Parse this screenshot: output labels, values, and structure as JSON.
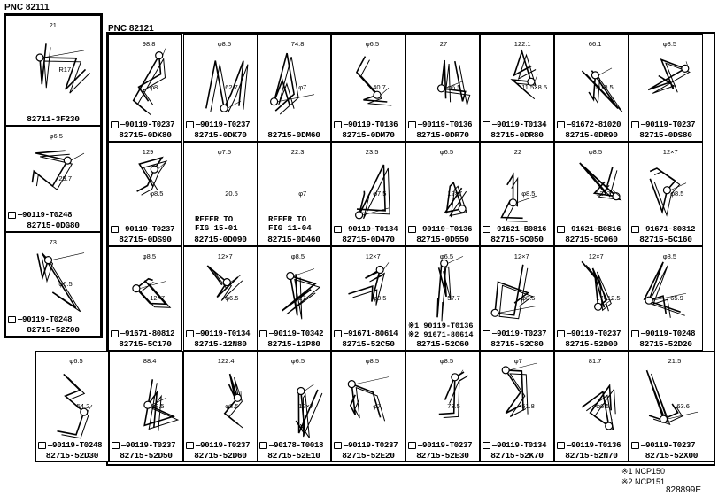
{
  "pnc_labels": {
    "left": "PNC 82111",
    "right": "PNC 82121"
  },
  "cells": [
    {
      "id": "c01",
      "part": "82711-3F230",
      "bolt": "",
      "dims": [
        "21",
        "R17"
      ]
    },
    {
      "id": "c02",
      "part": "82715-0DG80",
      "bolt": "90119-T0248",
      "dims": [
        "φ6.5",
        "29.7"
      ]
    },
    {
      "id": "c03",
      "part": "82715-52Z00",
      "bolt": "90119-T0248",
      "dims": [
        "73",
        "φ6.5"
      ]
    },
    {
      "id": "c04",
      "part": "82715-0DK80",
      "bolt": "90119-T0237",
      "dims": [
        "98.8",
        "φ8"
      ]
    },
    {
      "id": "c05",
      "part": "82715-0DK70",
      "bolt": "90119-T0237",
      "dims": [
        "φ8.5",
        "62.7"
      ]
    },
    {
      "id": "c06",
      "part": "82715-0DM60",
      "bolt": "",
      "dims": [
        "74.8",
        "φ7"
      ]
    },
    {
      "id": "c07",
      "part": "82715-0DM70",
      "bolt": "90119-T0136",
      "dims": [
        "φ6.5",
        "40.7"
      ]
    },
    {
      "id": "c08",
      "part": "82715-0DR70",
      "bolt": "90119-T0136",
      "dims": [
        "27",
        "φ6.5"
      ]
    },
    {
      "id": "c09",
      "part": "82715-0DR80",
      "bolt": "90119-T0134",
      "dims": [
        "122.1",
        "11.5×8.5"
      ]
    },
    {
      "id": "c10",
      "part": "82715-0DR90",
      "bolt": "91672-81020",
      "dims": [
        "66.1",
        "φ10.5"
      ]
    },
    {
      "id": "c11",
      "part": "82715-0DS80",
      "bolt": "90119-T0237",
      "dims": [
        "φ8.5",
        "51"
      ]
    },
    {
      "id": "c12",
      "part": "82715-0DS90",
      "bolt": "90119-T0237",
      "dims": [
        "129",
        "φ8.5"
      ]
    },
    {
      "id": "c13",
      "part": "82715-0D090",
      "bolt": "",
      "dims": [
        "φ7.5",
        "20.5"
      ],
      "ref": [
        "REFER TO",
        "FIG 15-01"
      ]
    },
    {
      "id": "c14",
      "part": "82715-0D460",
      "bolt": "",
      "dims": [
        "22.3",
        "φ7"
      ],
      "ref": [
        "REFER TO",
        "FIG 11-04"
      ]
    },
    {
      "id": "c15",
      "part": "82715-0D470",
      "bolt": "90119-T0134",
      "dims": [
        "23.5",
        "φ7.5"
      ]
    },
    {
      "id": "c16",
      "part": "82715-0D550",
      "bolt": "90119-T0136",
      "dims": [
        "φ6.5",
        "12×7"
      ]
    },
    {
      "id": "c17",
      "part": "82715-5C050",
      "bolt": "91621-B0816",
      "dims": [
        "22",
        "φ8.5"
      ]
    },
    {
      "id": "c18",
      "part": "82715-5C060",
      "bolt": "91621-B0816",
      "dims": [
        "φ8.5",
        "12×7"
      ]
    },
    {
      "id": "c19",
      "part": "82715-5C160",
      "bolt": "91671-80812",
      "dims": [
        "12×7",
        "φ8.5"
      ]
    },
    {
      "id": "c20",
      "part": "82715-5C170",
      "bolt": "91671-80812",
      "dims": [
        "φ8.5",
        "12×7"
      ]
    },
    {
      "id": "c21",
      "part": "82715-12N80",
      "bolt": "90119-T0134",
      "dims": [
        "12×7",
        "φ6.5"
      ]
    },
    {
      "id": "c22",
      "part": "82715-12P80",
      "bolt": "90119-T0342",
      "dims": [
        "φ8.5",
        "27"
      ]
    },
    {
      "id": "c23",
      "part": "82715-52C50",
      "bolt": "91671-80614",
      "dims": [
        "12×7",
        "φ8.5"
      ]
    },
    {
      "id": "c24",
      "part": "82715-52C60",
      "bolt": "",
      "dims": [
        "φ6.5",
        "57.7"
      ],
      "notes": [
        "※1 90119-T0136",
        "※2 91671-80614"
      ]
    },
    {
      "id": "c25",
      "part": "82715-52C80",
      "bolt": "90119-T0237",
      "dims": [
        "12×7",
        "φ8.5"
      ]
    },
    {
      "id": "c26",
      "part": "82715-52D00",
      "bolt": "90119-T0237",
      "dims": [
        "12×7",
        "17×12.5"
      ]
    },
    {
      "id": "c27",
      "part": "82715-52D20",
      "bolt": "90119-T0248",
      "dims": [
        "φ8.5",
        "65.9"
      ]
    },
    {
      "id": "c28",
      "part": "82715-52D30",
      "bolt": "90119-T0248",
      "dims": [
        "φ6.5",
        "54.2"
      ]
    },
    {
      "id": "c29",
      "part": "82715-52D50",
      "bolt": "90119-T0237",
      "dims": [
        "88.4",
        "φ8.5"
      ]
    },
    {
      "id": "c30",
      "part": "82715-52D60",
      "bolt": "90119-T0237",
      "dims": [
        "122.4",
        "φ8.5"
      ]
    },
    {
      "id": "c31",
      "part": "82715-52E10",
      "bolt": "90178-T0018",
      "dims": [
        "φ6.5",
        "12×7"
      ]
    },
    {
      "id": "c32",
      "part": "82715-52E20",
      "bolt": "90119-T0237",
      "dims": [
        "φ8.5",
        "φ7"
      ]
    },
    {
      "id": "c33",
      "part": "82715-52E30",
      "bolt": "90119-T0237",
      "dims": [
        "φ8.5",
        "73.5"
      ]
    },
    {
      "id": "c34",
      "part": "82715-52K70",
      "bolt": "90119-T0134",
      "dims": [
        "φ7",
        "51.8"
      ]
    },
    {
      "id": "c35",
      "part": "82715-52N70",
      "bolt": "90119-T0136",
      "dims": [
        "81.7",
        "φ6.5"
      ]
    },
    {
      "id": "c36",
      "part": "82715-52X00",
      "bolt": "90119-T0237",
      "dims": [
        "21.5",
        "63.6"
      ]
    }
  ],
  "footnotes": [
    "※1 NCP150",
    "※2 NCP151"
  ],
  "figure_code": "828899E"
}
